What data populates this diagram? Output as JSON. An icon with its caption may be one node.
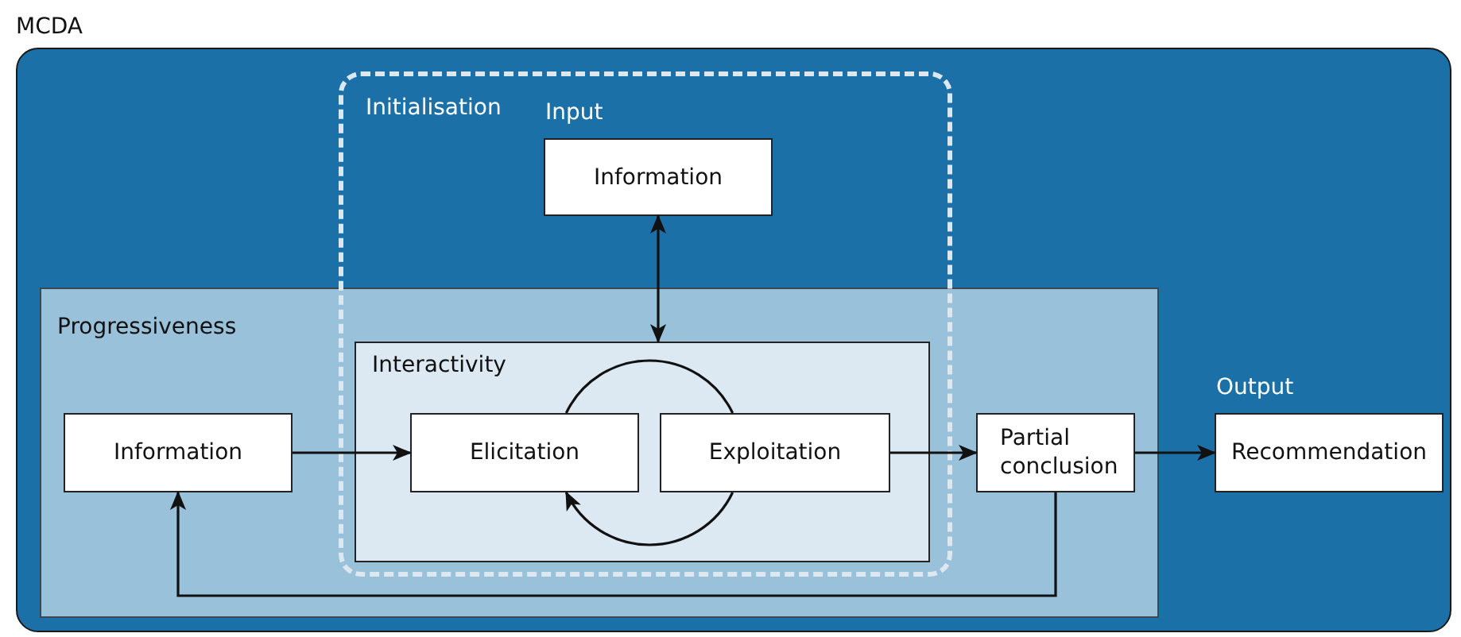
{
  "diagram": {
    "nodes": [
      {
        "text": [
          "MCDA"
        ]
      },
      {
        "text": [
          "Initialisation"
        ],
        "in": 0
      },
      {
        "text": [
          "Information"
        ],
        "beside": [
          "Input"
        ],
        "in": 1
      },
      {
        "text": [
          "Progressiveness"
        ],
        "in": 0
      },
      {
        "text": [
          "Information"
        ],
        "in": 3
      },
      {
        "text": [
          "Interactivity"
        ]
      },
      {
        "text": [
          "Elicitation"
        ],
        "in": 5
      },
      {
        "text": [
          "Exploitation"
        ],
        "in": 5
      },
      {
        "text": [
          "Partial conclusion"
        ],
        "in": 3
      },
      {
        "text": [
          "Recommendation"
        ],
        "beside": [
          "Output"
        ],
        "in": 0
      }
    ],
    "edges": [
      {
        "from": 2,
        "to": 5,
        "arrow": "both"
      },
      {
        "from": 4,
        "to": 6,
        "arrow": "to"
      },
      {
        "from": 6,
        "to": 7,
        "arrow": "none"
      },
      {
        "from": 7,
        "to": 6,
        "arrow": "to"
      },
      {
        "from": 7,
        "to": 8,
        "arrow": "to"
      },
      {
        "from": 8,
        "to": 9,
        "arrow": "to"
      },
      {
        "from": 8,
        "to": 4,
        "arrow": "to"
      }
    ]
  }
}
